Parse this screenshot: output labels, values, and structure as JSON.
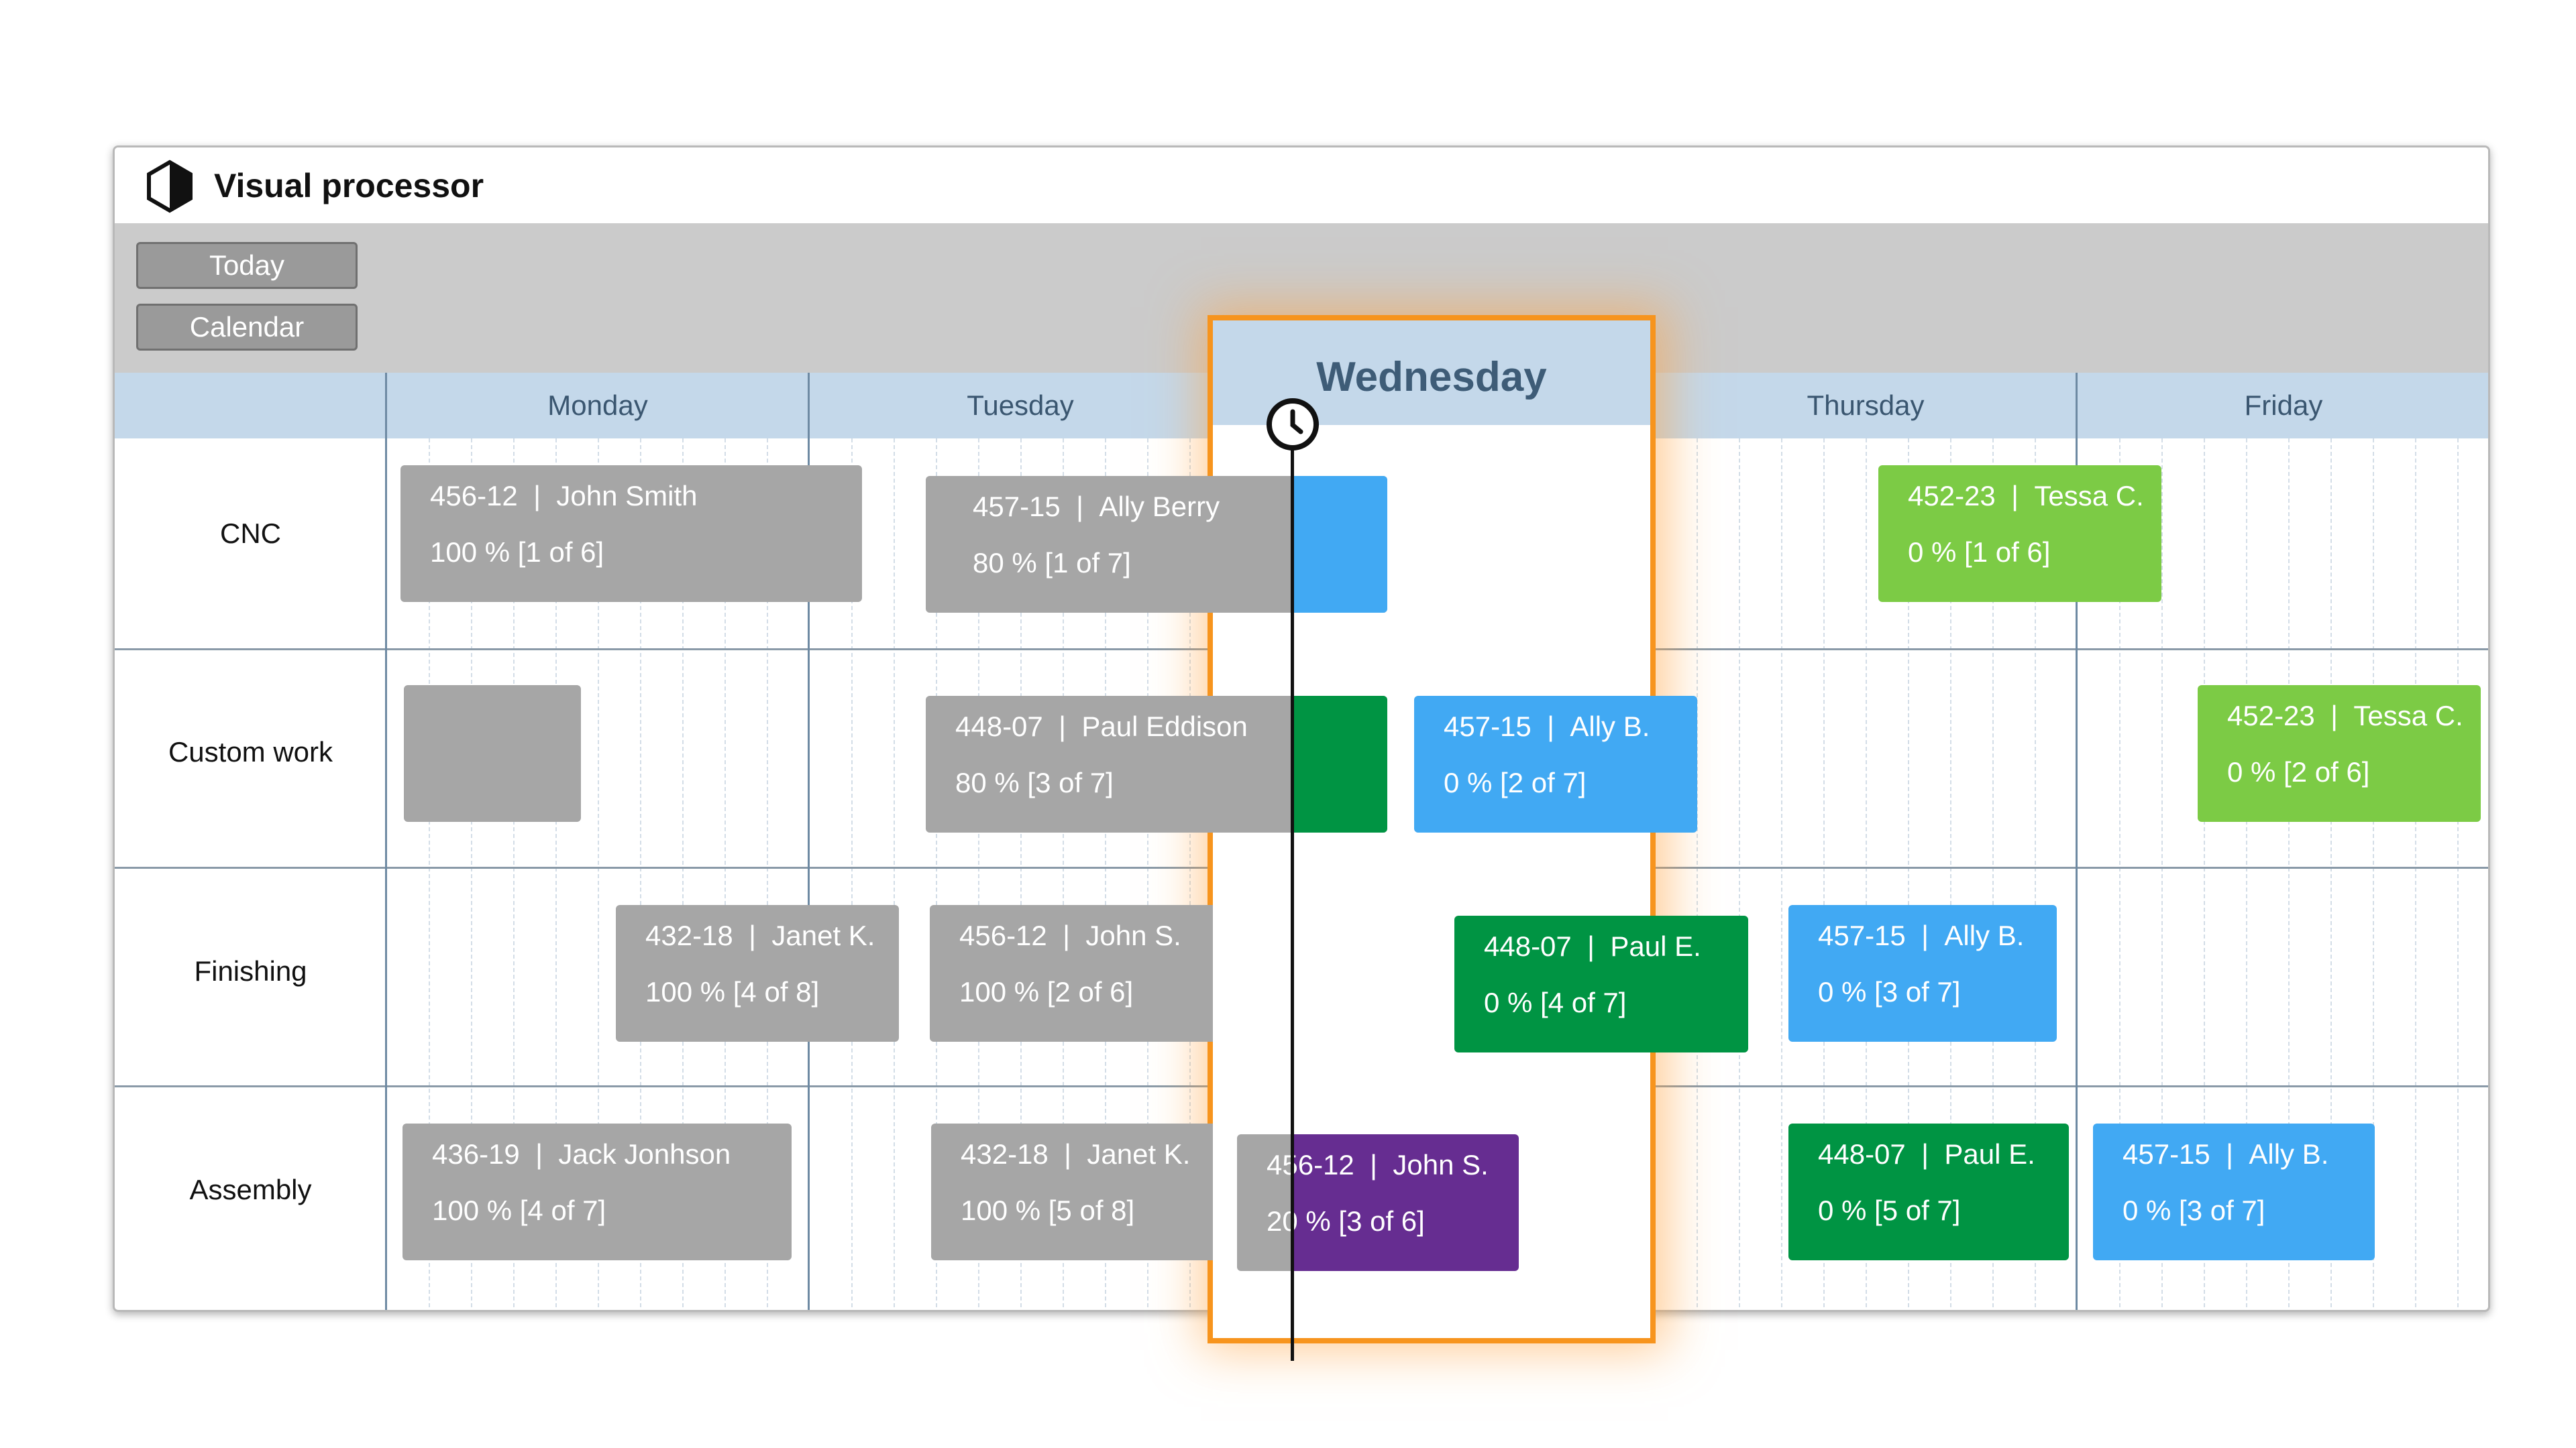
{
  "app": {
    "title": "Visual processor",
    "logo_icon": "hexagon-logo-icon"
  },
  "toolbar": {
    "today_label": "Today",
    "calendar_label": "Calendar"
  },
  "days": {
    "monday": "Monday",
    "tuesday": "Tuesday",
    "wednesday": "Wednesday",
    "thursday": "Thursday",
    "friday": "Friday"
  },
  "rows": {
    "cnc": "CNC",
    "custom_work": "Custom work",
    "finishing": "Finishing",
    "assembly": "Assembly"
  },
  "colors": {
    "completed_gray": "#a6a6a6",
    "blue": "#41a9f3",
    "light_green": "#7ccb45",
    "dark_green": "#009443",
    "purple": "#662d91",
    "highlight_orange": "#f7941d",
    "header_blue": "#c4d8ea"
  },
  "tasks": {
    "cnc_1": {
      "id": "456-12",
      "person": "John Smith",
      "progress": "100 % [1 of 6]"
    },
    "cnc_2": {
      "id": "457-15",
      "person": "Ally Berry",
      "progress": "80 % [1 of 7]"
    },
    "cnc_3": {
      "id": "452-23",
      "person": "Tessa C.",
      "progress": "0 % [1 of 6]"
    },
    "custom_2": {
      "id": "448-07",
      "person": "Paul Eddison",
      "progress": "80 % [3 of 7]"
    },
    "custom_3": {
      "id": "457-15",
      "person": "Ally B.",
      "progress": "0 % [2 of 7]"
    },
    "custom_4": {
      "id": "452-23",
      "person": "Tessa C.",
      "progress": "0 % [2 of 6]"
    },
    "fin_1": {
      "id": "432-18",
      "person": "Janet K.",
      "progress": "100 % [4 of 8]"
    },
    "fin_2": {
      "id": "456-12",
      "person": "John S.",
      "progress": "100 % [2 of 6]"
    },
    "fin_3": {
      "id": "448-07",
      "person": "Paul E.",
      "progress": "0 % [4 of 7]"
    },
    "fin_4": {
      "id": "457-15",
      "person": "Ally B.",
      "progress": "0 % [3 of 7]"
    },
    "asm_1": {
      "id": "436-19",
      "person": "Jack Jonhson",
      "progress": "100 % [4 of 7]"
    },
    "asm_2": {
      "id": "432-18",
      "person": "Janet K.",
      "progress": "100 % [5 of 8]"
    },
    "asm_3": {
      "id": "456-12",
      "person": "John S.",
      "progress": "20 % [3 of 6]"
    },
    "asm_4": {
      "id": "448-07",
      "person": "Paul E.",
      "progress": "0 % [5 of 7]"
    },
    "asm_5": {
      "id": "457-15",
      "person": "Ally B.",
      "progress": "0 % [3 of 7]"
    }
  }
}
